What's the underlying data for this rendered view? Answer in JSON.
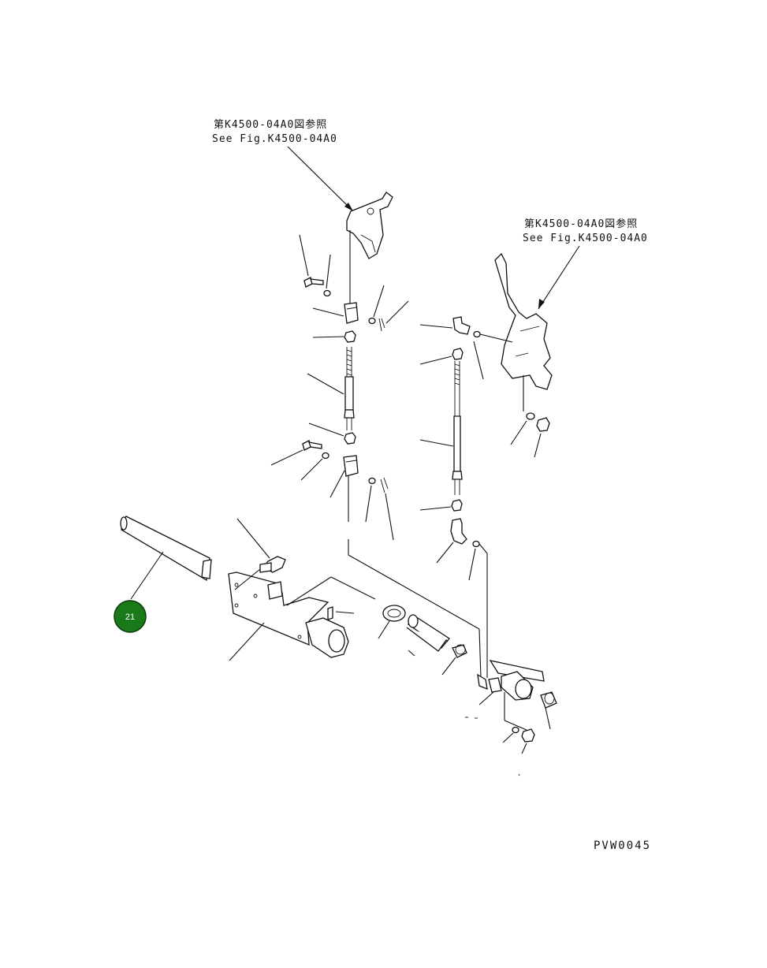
{
  "references": {
    "top_left": {
      "line1": "第K4500-04A0図参照",
      "line2": "See Fig.K4500-04A0"
    },
    "top_right": {
      "line1": "第K4500-04A0図参照",
      "line2": "See Fig.K4500-04A0"
    }
  },
  "callouts": [
    {
      "label": "21",
      "color": "#1a7a1a"
    }
  ],
  "figure_code": "PVW0045"
}
